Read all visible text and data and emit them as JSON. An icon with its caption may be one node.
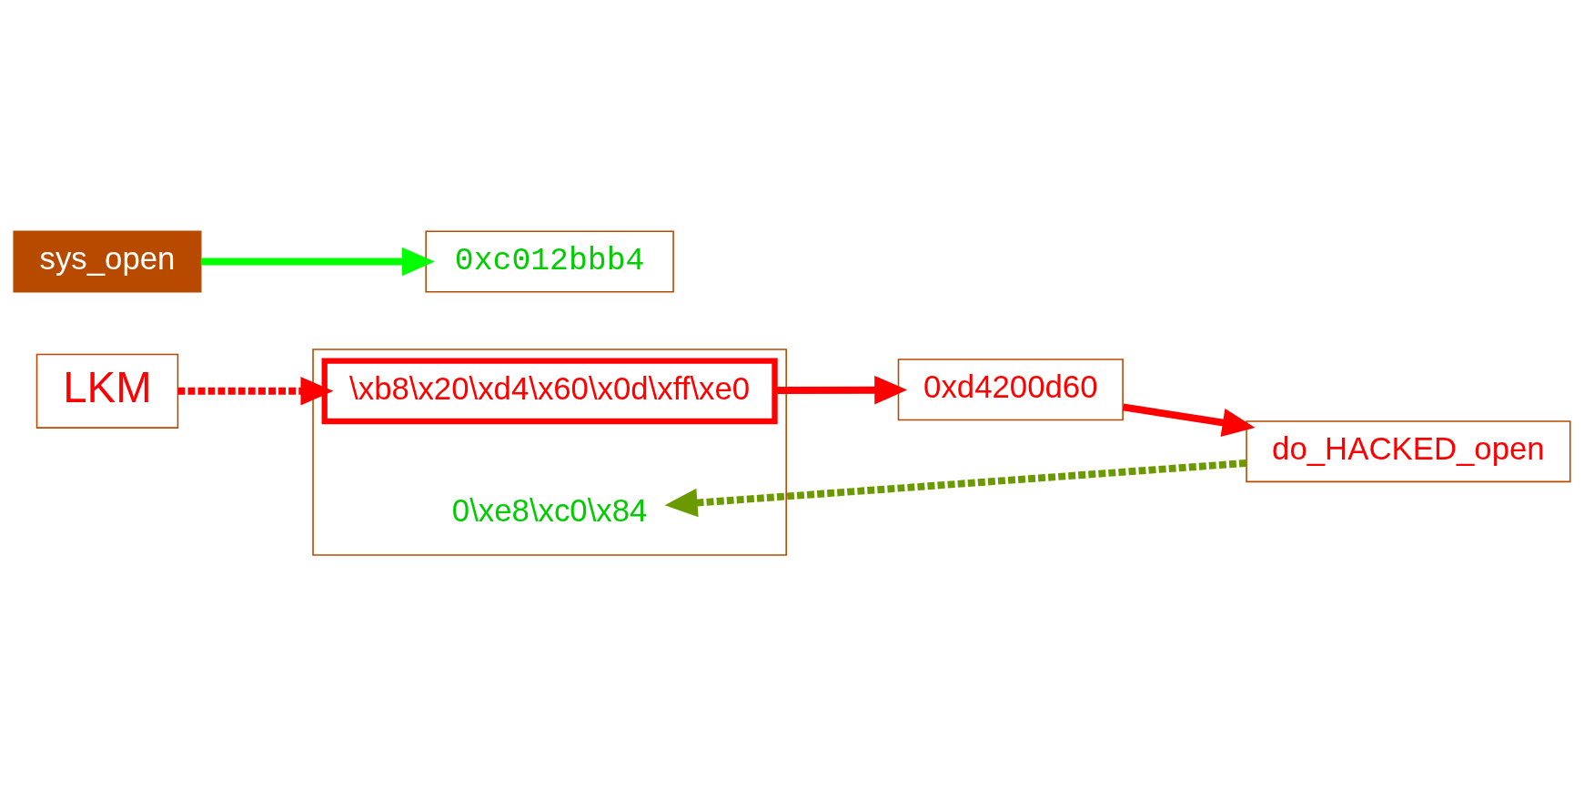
{
  "diagram": {
    "nodes": [
      {
        "text": [],
        "shape": "box"
      },
      {
        "text": [
          "\\xb8\\x20\\xd4\\x60\\x0d\\xff\\xe0"
        ],
        "in": 0
      },
      {
        "text": [
          "0\\xe8\\xc0\\x84"
        ],
        "in": 0
      },
      {
        "text": [
          "0xc012bbb4"
        ]
      },
      {
        "text": [
          "sys_open"
        ]
      },
      {
        "text": [
          "LKM"
        ]
      },
      {
        "text": [
          "do_HACKED_open"
        ]
      },
      {
        "text": [
          "0xd4200d60"
        ]
      }
    ],
    "edges": [
      {
        "from": 4,
        "to": 3,
        "arrow": "to",
        "color": "#00ff00"
      },
      {
        "from": 1,
        "to": 7,
        "arrow": "to"
      },
      {
        "from": 5,
        "to": 1,
        "arrow": "to",
        "style": "dashed"
      },
      {
        "from": 7,
        "to": 6,
        "arrow": "to"
      },
      {
        "from": 6,
        "to": 2,
        "arrow": "to",
        "style": "dashed",
        "color": "#6a9a00"
      }
    ]
  }
}
